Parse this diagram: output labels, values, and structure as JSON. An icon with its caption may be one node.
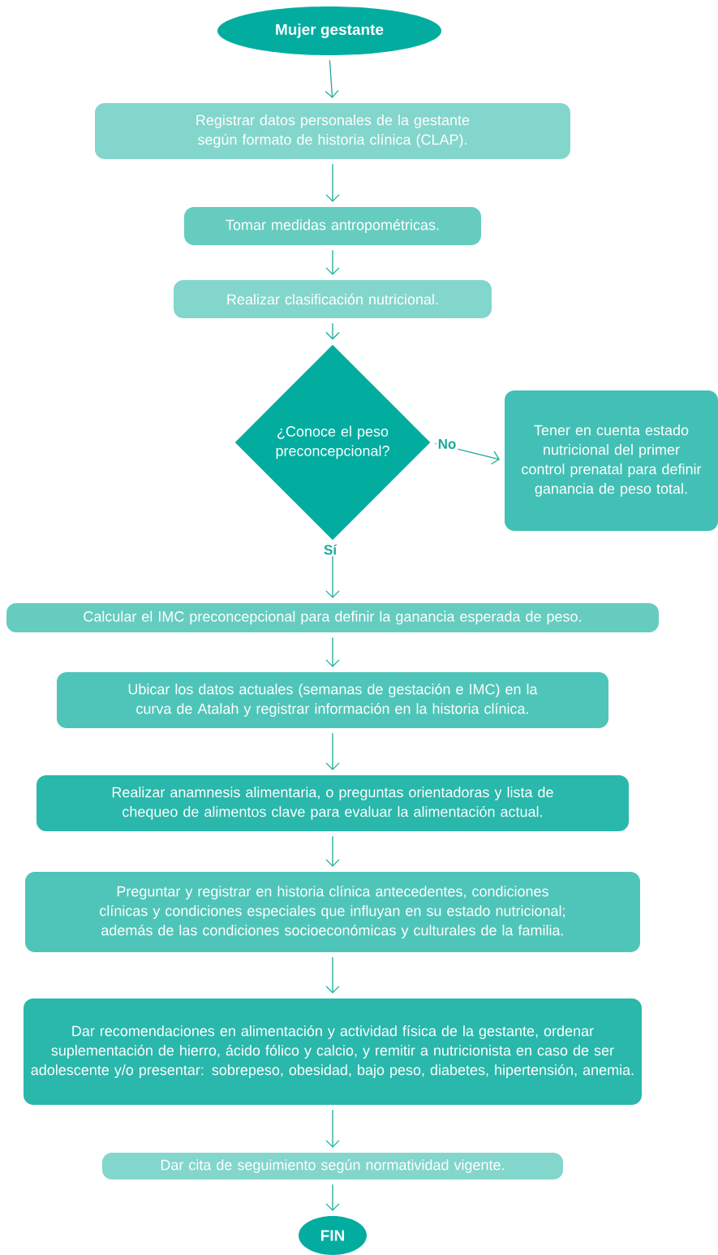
{
  "diagram": {
    "nodes": [
      {
        "text": [
          "Mujer gestante"
        ]
      },
      {
        "text": [
          "Registrar datos personales de la gestante según formato de historia clínica (CLAP)."
        ]
      },
      {
        "text": [
          "Tomar medidas antropométricas."
        ]
      },
      {
        "text": [
          "Realizar clasificación nutricional."
        ]
      },
      {
        "text": [
          "¿Conoce el peso preconcepcional?"
        ]
      },
      {
        "text": [
          "Tener en cuenta estado nutricional del primer control prenatal para definir ganancia de peso total."
        ]
      },
      {
        "text": [
          "Calcular el IMC preconcepcional para definir la ganancia esperada de peso."
        ]
      },
      {
        "text": [
          "Ubicar los datos actuales (semanas de gestación e IMC) en la curva de Atalah y registrar información en la historia clínica."
        ]
      },
      {
        "text": [
          "Realizar anamnesis alimentaria, o preguntas orientadoras y lista de chequeo de alimentos clave para evaluar la alimentación actual."
        ]
      },
      {
        "text": [
          "Preguntar y registrar en historia clínica antecedentes, condiciones clínicas y condiciones especiales que influyan en su estado nutricional; además de las condiciones socioeconómicas y culturales de la familia."
        ]
      },
      {
        "text": [
          "Dar recomendaciones en alimentación y actividad física de la gestante, ordenar suplementación de hierro, ácido fólico y calcio, y remitir a nutricionista en caso de ser adolescente y/o presentar: sobrepeso, obesidad, bajo peso, diabetes, hipertensión, anemia."
        ]
      },
      {
        "text": [
          "Dar cita de seguimiento según normatividad vigente."
        ]
      },
      {
        "text": [
          "FIN"
        ]
      }
    ],
    "edges": [
      {
        "from": 0,
        "to": 1,
        "arrow": "to"
      },
      {
        "from": 1,
        "to": 2,
        "arrow": "to"
      },
      {
        "from": 2,
        "to": 3,
        "arrow": "to"
      },
      {
        "from": 3,
        "to": 4,
        "arrow": "to"
      },
      {
        "from": 4,
        "to": 5,
        "arrow": "to",
        "label": "No"
      },
      {
        "from": 4,
        "to": 6,
        "arrow": "to",
        "label": "Sí"
      },
      {
        "from": 6,
        "to": 7,
        "arrow": "to"
      },
      {
        "from": 7,
        "to": 8,
        "arrow": "to"
      },
      {
        "from": 8,
        "to": 9,
        "arrow": "to"
      },
      {
        "from": 9,
        "to": 10,
        "arrow": "to"
      },
      {
        "from": 10,
        "to": 11,
        "arrow": "to"
      },
      {
        "from": 11,
        "to": 12,
        "arrow": "to"
      }
    ]
  }
}
